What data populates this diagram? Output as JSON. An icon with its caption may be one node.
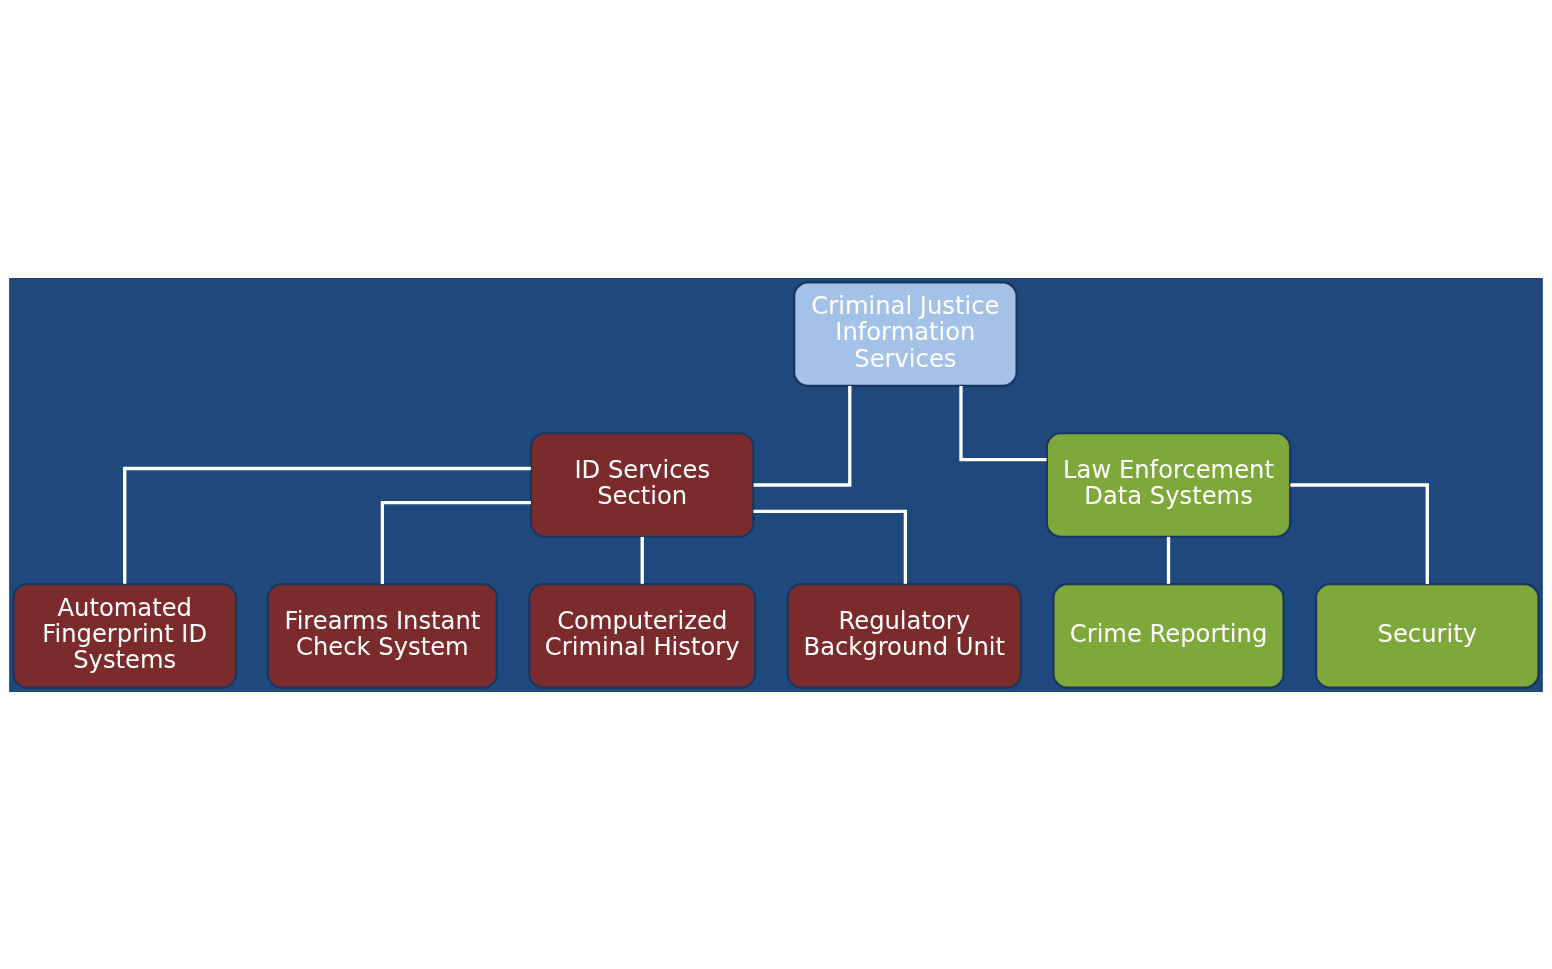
{
  "diagram": {
    "nodes": [
      {
        "text": [
          "Criminal Justice Information Services"
        ]
      },
      {
        "text": [
          "ID Services Section"
        ]
      },
      {
        "text": [
          "Law Enforcement Data Systems"
        ]
      },
      {
        "text": [
          "Automated Fingerprint ID Systems"
        ]
      },
      {
        "text": [
          "Firearms Instant Check System"
        ]
      },
      {
        "text": [
          "Computerized Criminal History"
        ]
      },
      {
        "text": [
          "Regulatory Background Unit"
        ]
      },
      {
        "text": [
          "Crime Reporting"
        ]
      },
      {
        "text": [
          "Security"
        ]
      }
    ],
    "edges": [
      {
        "from": 0,
        "to": 1,
        "arrow": "none"
      },
      {
        "from": 0,
        "to": 2,
        "arrow": "none"
      },
      {
        "from": 1,
        "to": 3,
        "arrow": "none"
      },
      {
        "from": 1,
        "to": 4,
        "arrow": "none"
      },
      {
        "from": 1,
        "to": 5,
        "arrow": "none"
      },
      {
        "from": 1,
        "to": 6,
        "arrow": "none"
      },
      {
        "from": 2,
        "to": 7,
        "arrow": "none"
      },
      {
        "from": 2,
        "to": 8,
        "arrow": "none"
      }
    ]
  }
}
